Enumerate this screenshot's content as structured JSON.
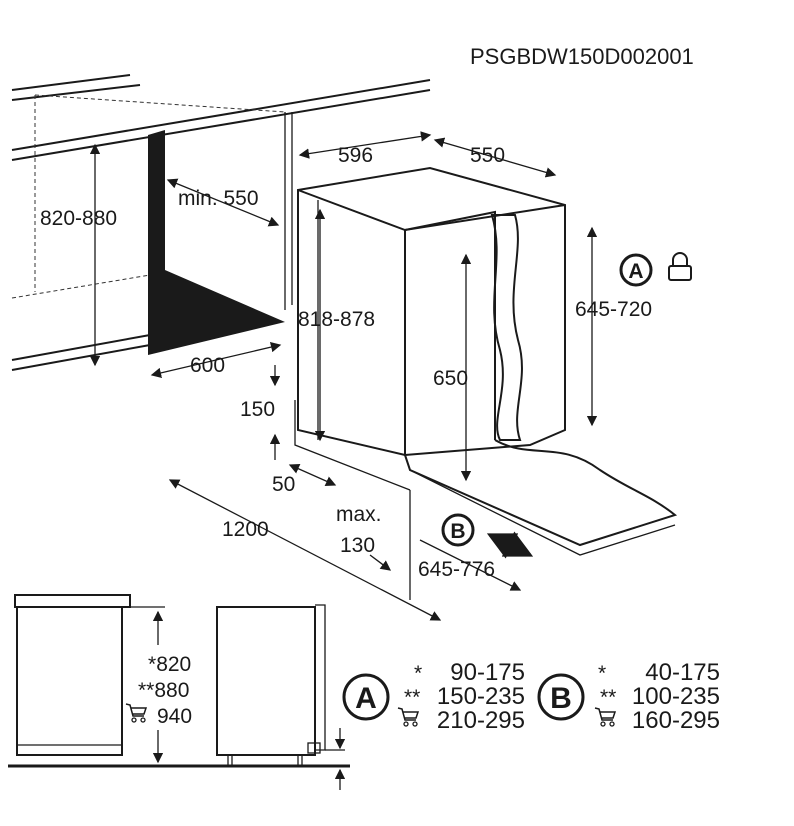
{
  "model_code": "PSGBDW150D002001",
  "dimensions": {
    "niche_height": "820-880",
    "min_depth": "min. 550",
    "niche_width": "600",
    "appliance_width": "596",
    "appliance_depth": "550",
    "appliance_height": "818-878",
    "door_height": "650",
    "door_adjust": "645-720",
    "plinth_height": "150",
    "plinth_depth": "50",
    "open_depth": "1200",
    "max_label": "max.",
    "max_value": "130",
    "door_open": "645-776"
  },
  "markers": {
    "a": "A",
    "b": "B"
  },
  "legend": {
    "left_heights": [
      {
        "mark": "*",
        "value": "820"
      },
      {
        "mark": "**",
        "value": "880"
      },
      {
        "mark": "cart-icon",
        "value": "940"
      }
    ],
    "a_rows": [
      {
        "mark": "*",
        "value": "90-175"
      },
      {
        "mark": "**",
        "value": "150-235"
      },
      {
        "mark": "cart-icon",
        "value": "210-295"
      }
    ],
    "b_rows": [
      {
        "mark": "*",
        "value": "40-175"
      },
      {
        "mark": "**",
        "value": "100-235"
      },
      {
        "mark": "cart-icon",
        "value": "160-295"
      }
    ]
  }
}
